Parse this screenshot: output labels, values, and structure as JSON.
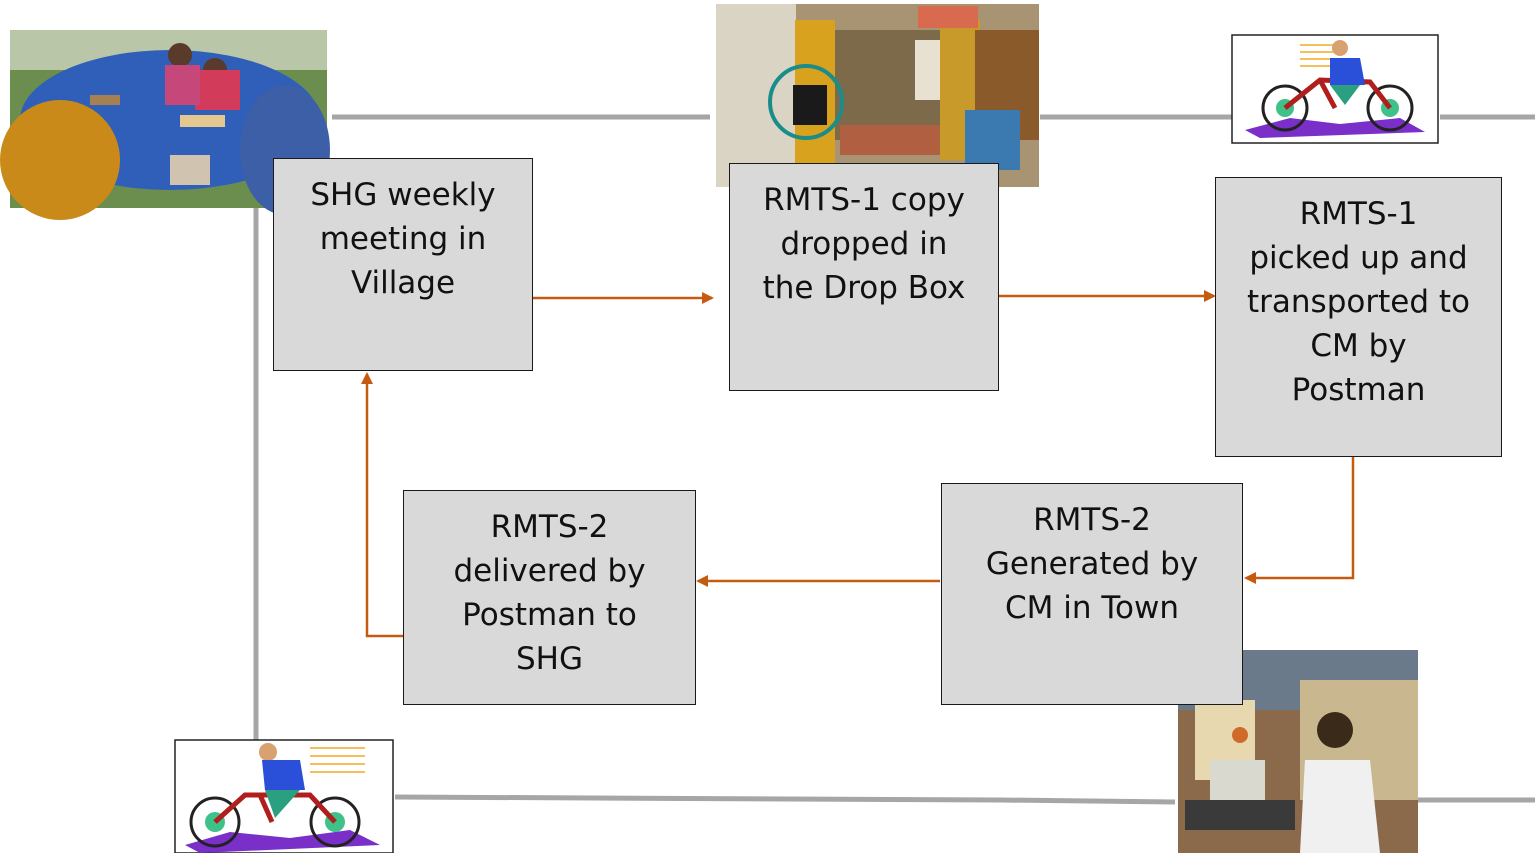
{
  "flow": {
    "steps": [
      {
        "id": "shg-meeting",
        "lines": [
          "SHG weekly",
          "meeting in",
          "Village"
        ]
      },
      {
        "id": "drop-box",
        "lines": [
          "RMTS-1 copy",
          "dropped in",
          "the Drop Box"
        ]
      },
      {
        "id": "postman-pickup",
        "lines": [
          "RMTS-1",
          "picked up and",
          "transported to",
          "CM by",
          "Postman"
        ]
      },
      {
        "id": "cm-generated",
        "lines": [
          "RMTS-2",
          "Generated by",
          "CM in Town"
        ]
      },
      {
        "id": "postman-delivery",
        "lines": [
          "RMTS-2",
          "delivered by",
          "Postman to",
          "SHG"
        ]
      }
    ]
  },
  "colors": {
    "arrow": "#c55a11",
    "connector": "#a6a6a6",
    "box_fill": "#d9d9d9",
    "box_border": "#1a1a1a",
    "teal_circle": "#1a8c8a"
  },
  "pictures": [
    {
      "id": "village-meeting-photo",
      "icon": "group-meeting-photo"
    },
    {
      "id": "drop-box-shop-photo",
      "icon": "shop-drop-box-photo"
    },
    {
      "id": "cyclist-top",
      "icon": "bicycle-icon"
    },
    {
      "id": "cyclist-bottom",
      "icon": "bicycle-icon"
    },
    {
      "id": "cm-operator-photo",
      "icon": "computer-operator-photo"
    }
  ]
}
